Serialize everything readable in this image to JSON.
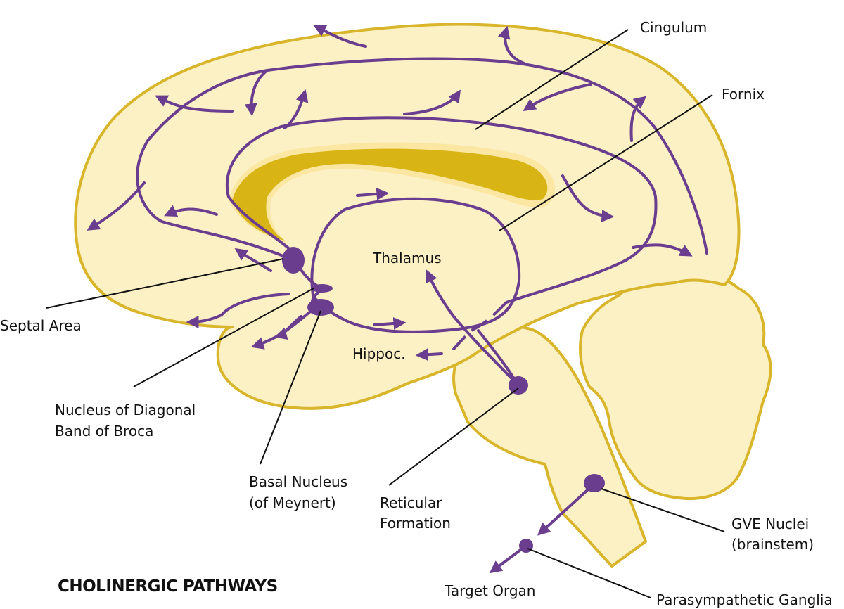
{
  "title": "CHOLINERGIC PATHWAYS",
  "labels": {
    "cingulum": "Cingulum",
    "fornix": "Fornix",
    "thalamus": "Thalamus",
    "hippocampus": "Hippoc.",
    "septal_area": "Septal Area",
    "diagonal_band_line1": "Nucleus of Diagonal",
    "diagonal_band_line2": "Band of Broca",
    "basal_nucleus_line1": "Basal Nucleus",
    "basal_nucleus_line2": "(of Meynert)",
    "reticular_line1": "Reticular",
    "reticular_line2": "Formation",
    "gve_line1": "GVE Nuclei",
    "gve_line2": "(brainstem)",
    "target_organ": "Target Organ",
    "parasympathetic": "Parasympathetic Ganglia"
  },
  "colors": {
    "tissue_fill": "#fcf1c4",
    "tissue_outline": "#d8b52a",
    "corpus_callosum": "#d8b414",
    "pathway": "#6a3d8f",
    "leader_line": "#111111"
  }
}
